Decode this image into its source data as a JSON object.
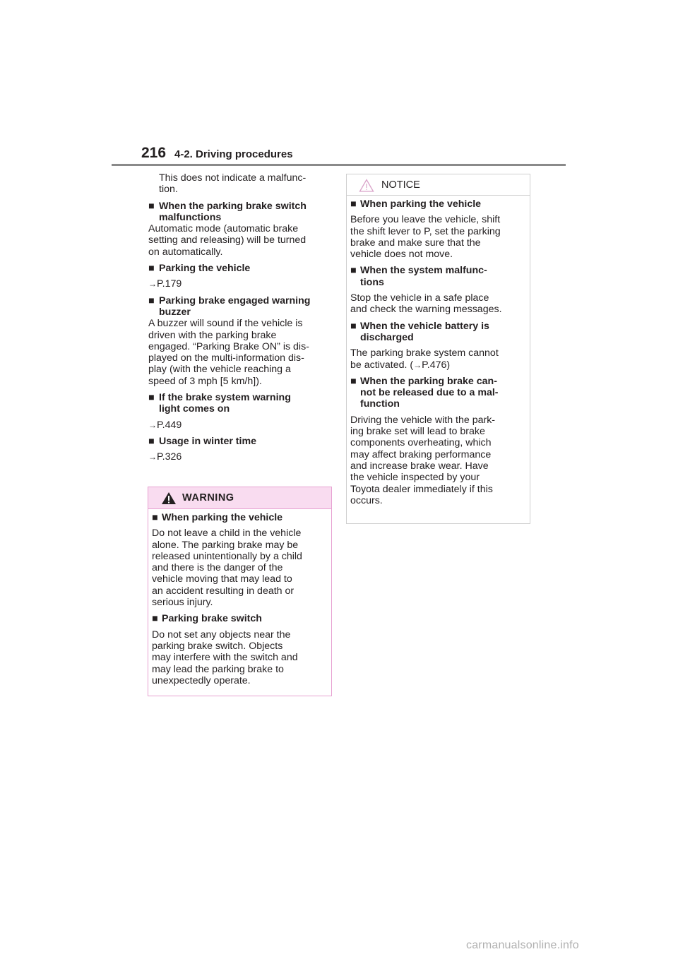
{
  "header": {
    "page_number": "216",
    "section_title": "4-2. Driving procedures"
  },
  "left_column": {
    "intro": [
      "This does not indicate a malfunc-",
      "tion."
    ],
    "sections": [
      {
        "heading": [
          "When the parking brake switch",
          "malfunctions"
        ],
        "body": [
          "Automatic mode (automatic brake",
          "setting and releasing) will be turned",
          "on automatically."
        ]
      },
      {
        "heading": [
          "Parking the vehicle"
        ],
        "ref": "P.179"
      },
      {
        "heading": [
          "Parking brake engaged warning",
          "buzzer"
        ],
        "body": [
          "A buzzer will sound if the vehicle is",
          "driven with the parking brake",
          "engaged. “Parking Brake ON” is dis-",
          "played on the multi-information dis-",
          "play (with the vehicle reaching a",
          "speed of 3 mph [5 km/h])."
        ]
      },
      {
        "heading": [
          "If the brake system warning",
          "light comes on"
        ],
        "ref": "P.449"
      },
      {
        "heading": [
          "Usage in winter time"
        ],
        "ref": "P.326"
      }
    ]
  },
  "warning_box": {
    "title": "WARNING",
    "sections": [
      {
        "heading": [
          "When parking the vehicle"
        ],
        "body": [
          "Do not leave a child in the vehicle",
          "alone. The parking brake may be",
          "released unintentionally by a child",
          "and there is the danger of the",
          "vehicle moving that may lead to",
          "an accident resulting in death or",
          "serious injury."
        ]
      },
      {
        "heading": [
          "Parking brake switch"
        ],
        "body": [
          "Do not set any objects near the",
          "parking brake switch. Objects",
          "may interfere with the switch and",
          "may lead the parking brake to",
          "unexpectedly operate."
        ]
      }
    ]
  },
  "notice_box": {
    "title": "NOTICE",
    "sections": [
      {
        "heading": [
          "When parking the vehicle"
        ],
        "body": [
          "Before you leave the vehicle, shift",
          "the shift lever to P, set the parking",
          "brake and make sure that the",
          "vehicle does not move."
        ]
      },
      {
        "heading": [
          "When the system malfunc-",
          "tions"
        ],
        "body": [
          "Stop the vehicle in a safe place",
          "and check the warning messages."
        ]
      },
      {
        "heading": [
          "When the vehicle battery is",
          "discharged"
        ],
        "body": [
          "The parking brake system cannot",
          "be activated. (",
          "P.476)"
        ]
      },
      {
        "heading": [
          "When the parking brake can-",
          "not be released due to a mal-",
          "function"
        ],
        "body": [
          "Driving the vehicle with the park-",
          "ing brake set will lead to brake",
          "components overheating, which",
          "may affect braking performance",
          "and increase brake wear. Have",
          "the vehicle inspected by your",
          "Toyota dealer immediately if this",
          "occurs."
        ]
      }
    ]
  },
  "footer": {
    "watermark": "carmanualsonline.info"
  },
  "symbols": {
    "square": "■",
    "arrow": "→"
  }
}
